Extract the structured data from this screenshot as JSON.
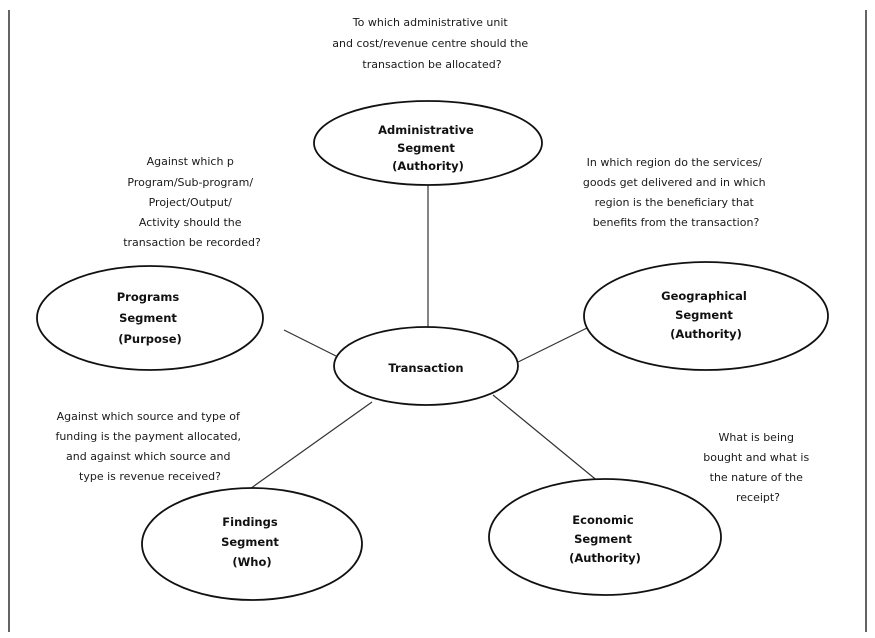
{
  "center": {
    "label": "Transaction"
  },
  "segments": [
    {
      "id": "administrative",
      "lines": [
        "Administrative",
        "Segment",
        "(Authority)"
      ]
    },
    {
      "id": "programs",
      "lines": [
        "Programs",
        "Segment",
        "(Purpose)"
      ]
    },
    {
      "id": "geographical",
      "lines": [
        "Geographical",
        "Segment",
        "(Authority)"
      ]
    },
    {
      "id": "findings",
      "lines": [
        "Findings",
        "Segment",
        "(Who)"
      ]
    },
    {
      "id": "economic",
      "lines": [
        "Economic",
        "Segment",
        "(Authority)"
      ]
    }
  ],
  "questions": [
    {
      "id": "administrative",
      "lines": [
        "To which administrative unit",
        "and cost/revenue centre should the",
        "transaction be allocated?"
      ]
    },
    {
      "id": "programs",
      "lines": [
        "Against which p",
        "Program/Sub-program/",
        "Project/Output/",
        "Activity should the",
        "transaction be recorded?"
      ]
    },
    {
      "id": "geographical",
      "lines": [
        "In which region do the services/",
        "goods get delivered and in which",
        "region is the beneficiary that",
        "benefits from the transaction?"
      ]
    },
    {
      "id": "findings",
      "lines": [
        "Against which source and type of",
        "funding is the payment allocated,",
        "and against which source and",
        "type is revenue received?"
      ]
    },
    {
      "id": "economic",
      "lines": [
        "What is being",
        "bought and what is",
        "the nature of the",
        "receipt?"
      ]
    }
  ]
}
